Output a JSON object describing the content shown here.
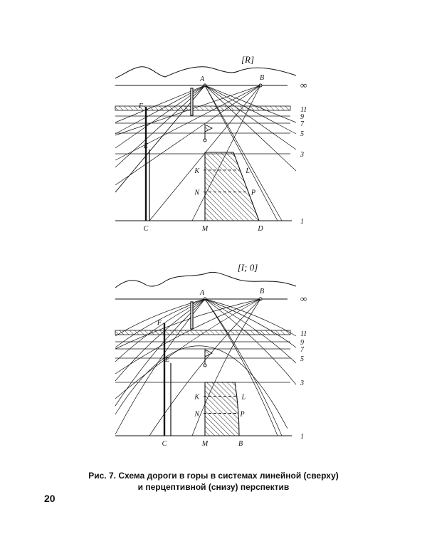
{
  "figures": [
    {
      "id": "top",
      "system_label": "[R]",
      "system": "linear",
      "point_labels": {
        "A": "A",
        "B": "B",
        "F": "F",
        "E": "E",
        "K": "K",
        "L": "L",
        "N": "N",
        "P": "P",
        "C": "C",
        "M": "M",
        "D": "D"
      },
      "level_labels": [
        "∞",
        "11",
        "9",
        "7",
        "5",
        "3",
        "1"
      ]
    },
    {
      "id": "bottom",
      "system_label": "[I; 0]",
      "system": "perceptive",
      "point_labels": {
        "A": "A",
        "B": "B",
        "F": "F",
        "E": "E",
        "K": "K",
        "L": "L",
        "N": "N",
        "P": "P",
        "C": "C",
        "M": "M",
        "D": "B"
      },
      "level_labels": [
        "∞",
        "11",
        "9",
        "7",
        "5",
        "3",
        "1"
      ]
    }
  ],
  "caption": {
    "line1": "Рис. 7. Схема дороги в горы в системах линейной (сверху)",
    "line2": "и перцептивной (снизу) перспектив"
  },
  "page_number": "20",
  "colors": {
    "ink": "#111111",
    "paper": "#ffffff"
  }
}
